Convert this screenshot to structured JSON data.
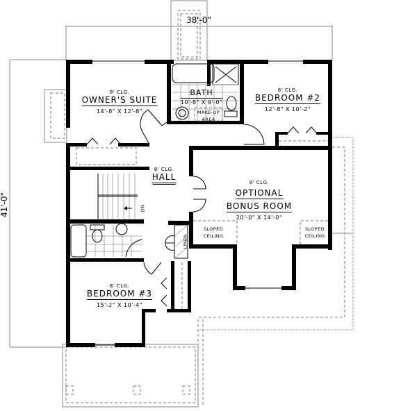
{
  "plan": {
    "overall_width": "38'-0\"",
    "overall_depth": "41'-0\""
  },
  "rooms": {
    "owners_suite": {
      "ceiling": "8' CLG.",
      "name": "OWNER'S SUITE",
      "size": "14'-8\" X 12'-8\""
    },
    "bath": {
      "name": "BATH",
      "size": "10'-8\" X 9'-0\"",
      "makeup_line1": "MAKE-UP",
      "makeup_line2": "AREA"
    },
    "bedroom2": {
      "ceiling": "8' CLG.",
      "name": "BEDROOM #2",
      "size": "12'-8\" X 10'-2\""
    },
    "hall": {
      "ceiling": "8' CLG.",
      "name": "HALL"
    },
    "bonus": {
      "ceiling": "8' CLG.",
      "name_line1": "OPTIONAL",
      "name_line2": "BONUS ROOM",
      "size": "20'-0\" X 14'-0\""
    },
    "sloped_left": {
      "line1": "SLOPED",
      "line2": "CEILING"
    },
    "sloped_right": {
      "line1": "SLOPED",
      "line2": "CEILING"
    },
    "bedroom3": {
      "ceiling": "8' CLG.",
      "name": "BEDROOM #3",
      "size": "15'-2\" X 10'-4\""
    }
  },
  "annotations": {
    "stair_direction": "DN",
    "linen": "LINEN"
  }
}
